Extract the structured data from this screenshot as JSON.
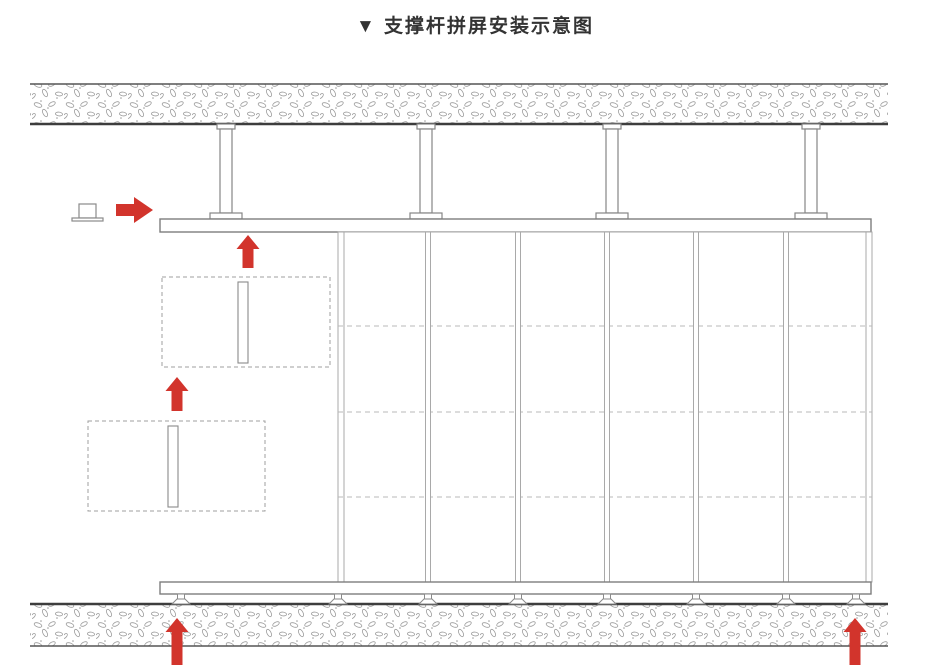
{
  "title": "▼ 支撑杆拼屏安装示意图",
  "colors": {
    "arrow_red": "#d2342c",
    "outline_gray": "#8a8a8a",
    "panel_line": "#a9a9a9",
    "concrete_edge": "#3d3d3d",
    "background": "#ffffff"
  },
  "diagram": {
    "ceiling_rod_count": 4,
    "panel_columns": 6,
    "panel_rows": 4,
    "pending_panel_count": 2,
    "floor_foot_count": 8,
    "arrow_up_count": 4,
    "arrow_right_count": 1
  }
}
